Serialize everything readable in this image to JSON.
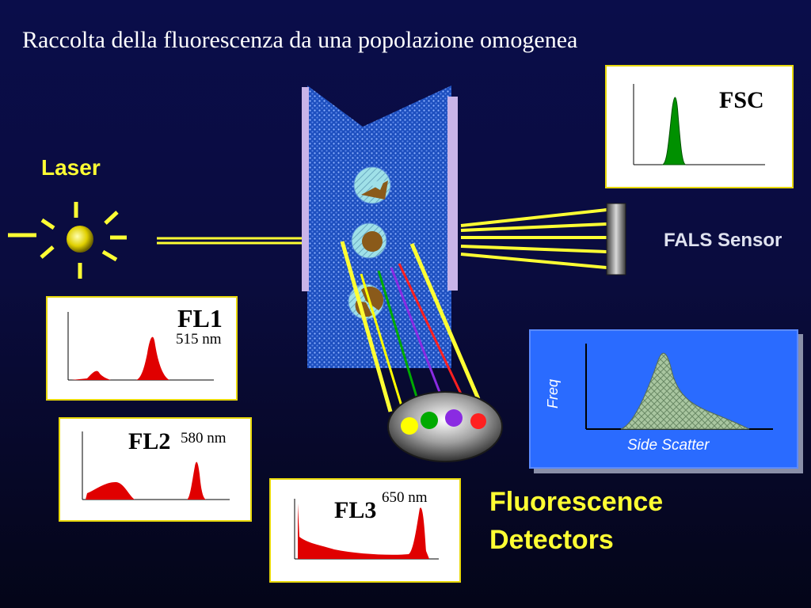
{
  "title": "Raccolta della fluorescenza da una popolazione omogenea",
  "laser_label": "Laser",
  "fals_label": "FALS Sensor",
  "fluorescence_label_line1": "Fluorescence",
  "fluorescence_label_line2": "Detectors",
  "fsc_panel": {
    "title": "FSC"
  },
  "fl1_panel": {
    "title": "FL1",
    "wavelength": "515 nm"
  },
  "fl2_panel": {
    "title": "FL2",
    "wavelength": "580 nm"
  },
  "fl3_panel": {
    "title": "FL3",
    "wavelength": "650 nm"
  },
  "side_scatter_panel": {
    "ylabel": "Freq",
    "xlabel": "Side Scatter"
  },
  "colors": {
    "background": "#0a0c46",
    "accent_yellow": "#ffff33",
    "histogram_red": "#e00000",
    "histogram_green": "#008a00",
    "side_scatter_bg": "#2a6bff",
    "detector_dots": [
      "#ffff00",
      "#00aa00",
      "#8a2be2",
      "#ff2020"
    ],
    "beam_colors": [
      "#ffff00",
      "#00aa00",
      "#8a2be2",
      "#ff2020"
    ]
  }
}
